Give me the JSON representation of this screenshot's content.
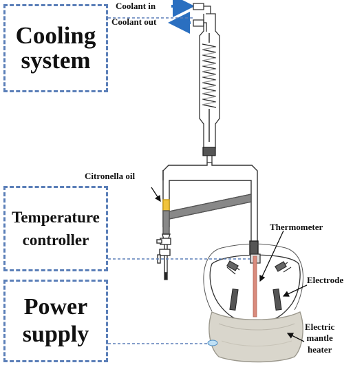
{
  "boxes": {
    "cooling": [
      "Cooling",
      "system"
    ],
    "temperature": [
      "Temperature",
      "controller"
    ],
    "power": [
      "Power",
      "supply"
    ]
  },
  "labels": {
    "coolant_in": "Coolant in",
    "coolant_out": "Coolant out",
    "citronella_oil": "Citronella oil",
    "thermometer": "Thermometer",
    "electrode": "Electrode",
    "heater": [
      "Electric",
      "mantle",
      "heater"
    ]
  },
  "colors": {
    "dashed_border": "#5b7fb8",
    "arrow_blue": "#2a6fc0",
    "oil": "#f0c33c",
    "thermometer_red": "#d98a7c",
    "mantle": "#d9d6cc"
  }
}
